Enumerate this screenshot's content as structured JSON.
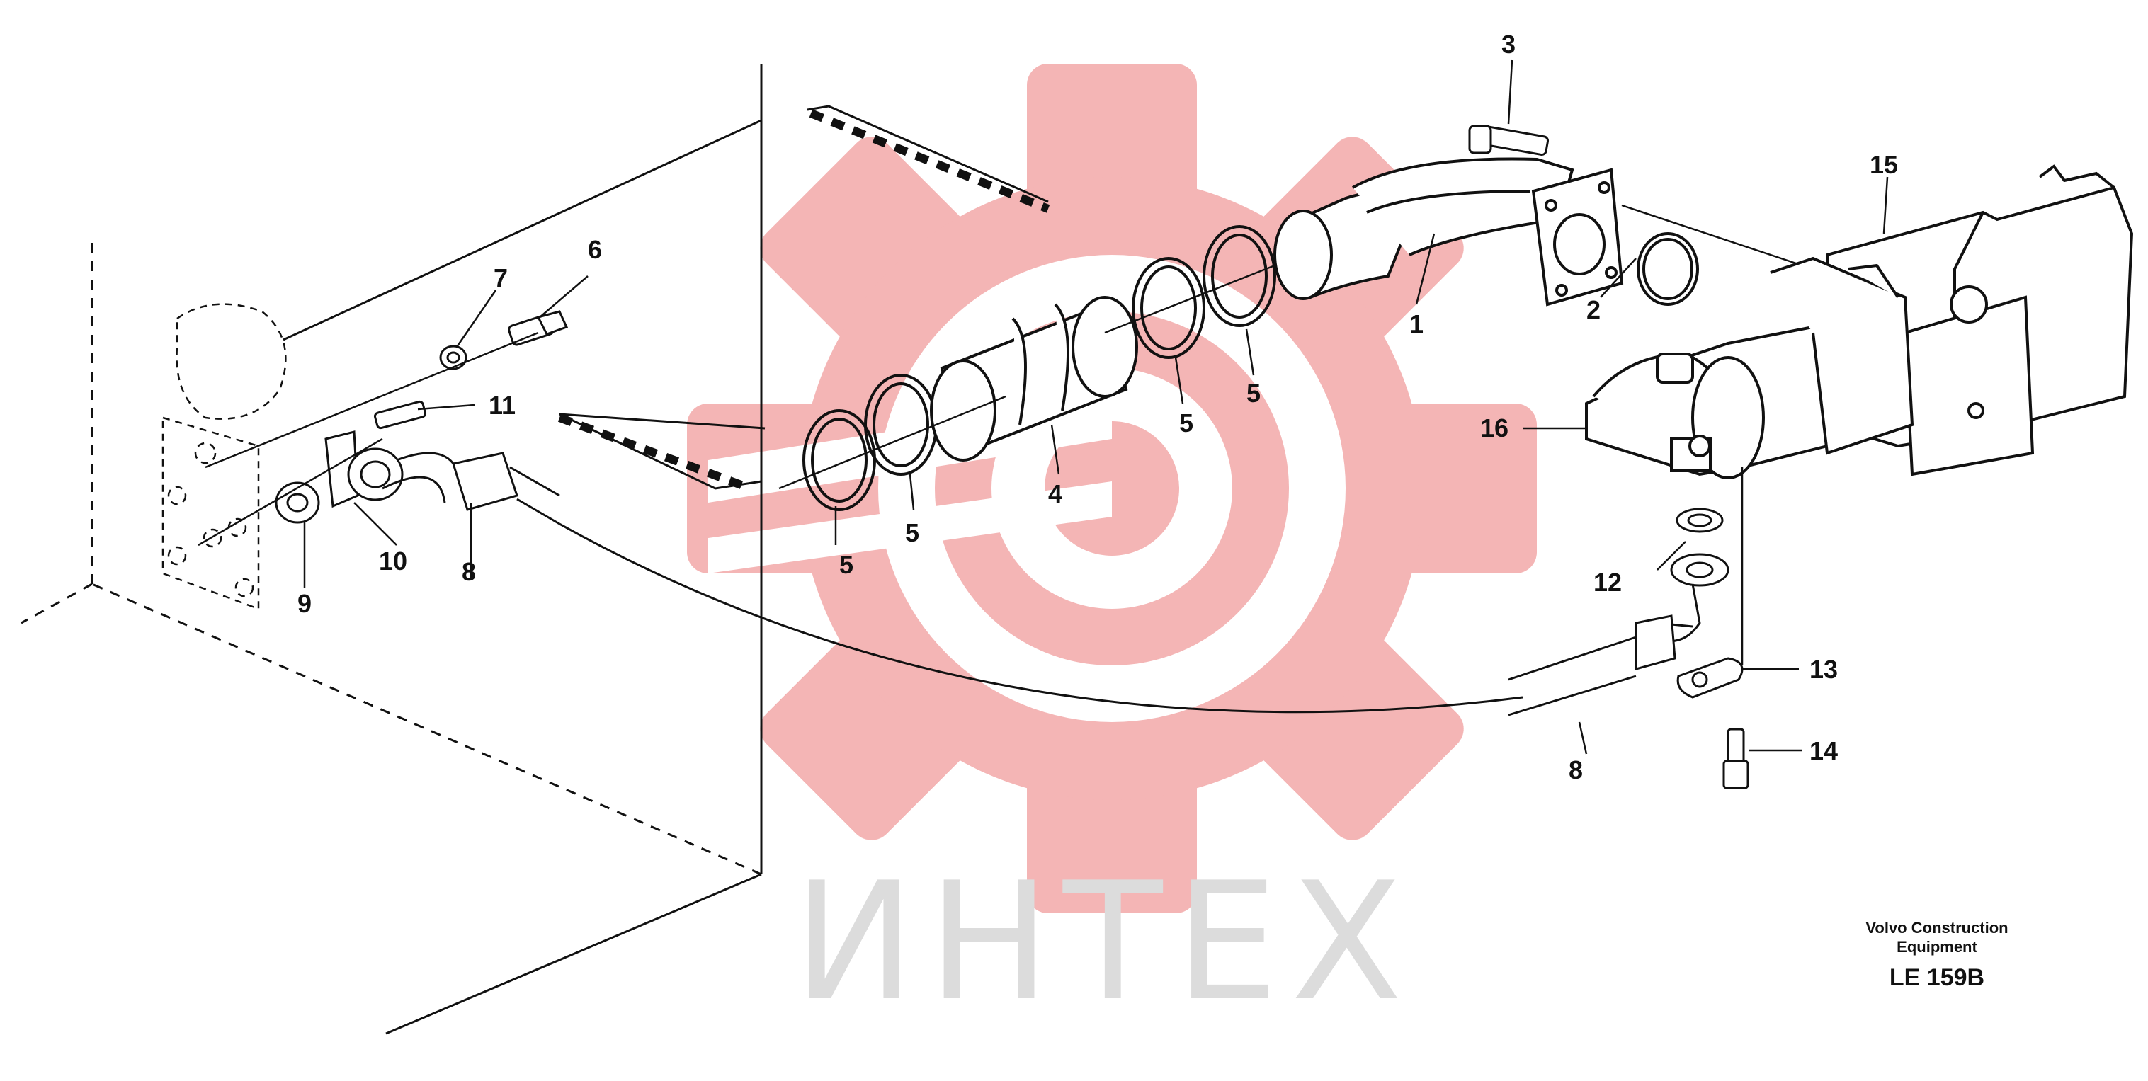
{
  "watermark": {
    "text": "ИНТЕХ",
    "color": "#f2a8a8"
  },
  "labels": {
    "p1": "1",
    "p2": "2",
    "p3": "3",
    "p4": "4",
    "p5a": "5",
    "p5b": "5",
    "p5c": "5",
    "p5d": "5",
    "p6": "6",
    "p7": "7",
    "p8a": "8",
    "p8b": "8",
    "p9": "9",
    "p10": "10",
    "p11": "11",
    "p12": "12",
    "p13": "13",
    "p14": "14",
    "p15": "15",
    "p16": "16"
  },
  "credit": {
    "line1": "Volvo Construction",
    "line2": "Equipment",
    "code": "LE 159B"
  },
  "colors": {
    "line": "#111111",
    "watermark": "#f2a8a8",
    "watermark_text": "#dcdcdc"
  }
}
